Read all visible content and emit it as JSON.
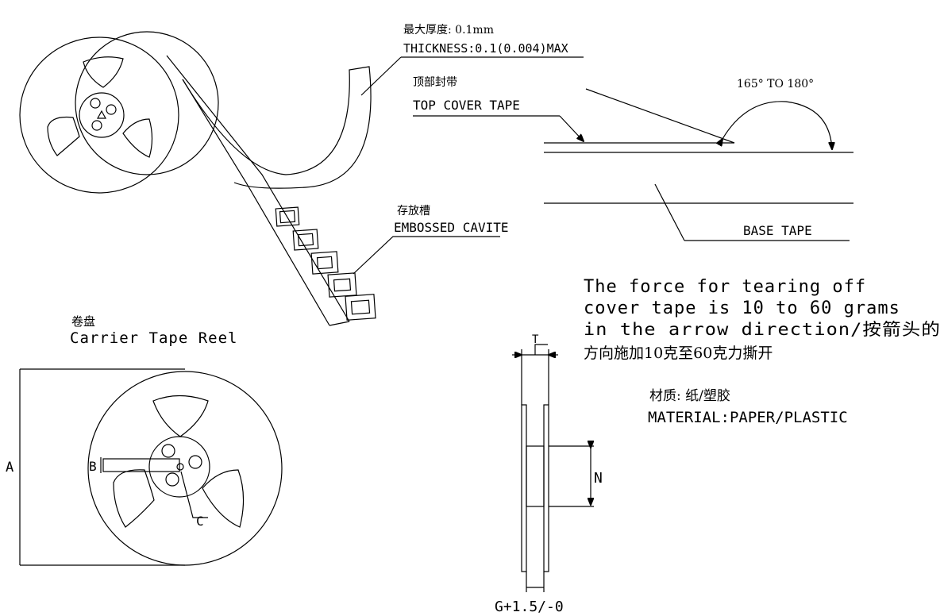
{
  "labels": {
    "thickness_cn": "最大厚度: 0.1mm",
    "thickness_en": "THICKNESS:0.1(0.004)MAX",
    "top_cover_cn": "顶部封带",
    "top_cover_en": "TOP COVER TAPE",
    "angle": "165° TO 180°",
    "cavity_cn": "存放槽",
    "cavity_en": "EMBOSSED CAVITE",
    "base_tape": "BASE TAPE",
    "reel_cn": "卷盘",
    "reel_en": "Carrier Tape Reel",
    "force_line1": "The force for tearing off",
    "force_line2": "cover tape is 10 to 60 grams",
    "force_line3": "in the arrow direction/按箭头的",
    "force_line4": "方向施加10克至60克力撕开",
    "material_cn": "材质: 纸/塑胶",
    "material_en": "MATERIAL:PAPER/PLASTIC",
    "dim_a": "A",
    "dim_b": "B",
    "dim_c": "C",
    "dim_n": "N",
    "dim_t": "T",
    "dim_g": "G+1.5/-0"
  }
}
